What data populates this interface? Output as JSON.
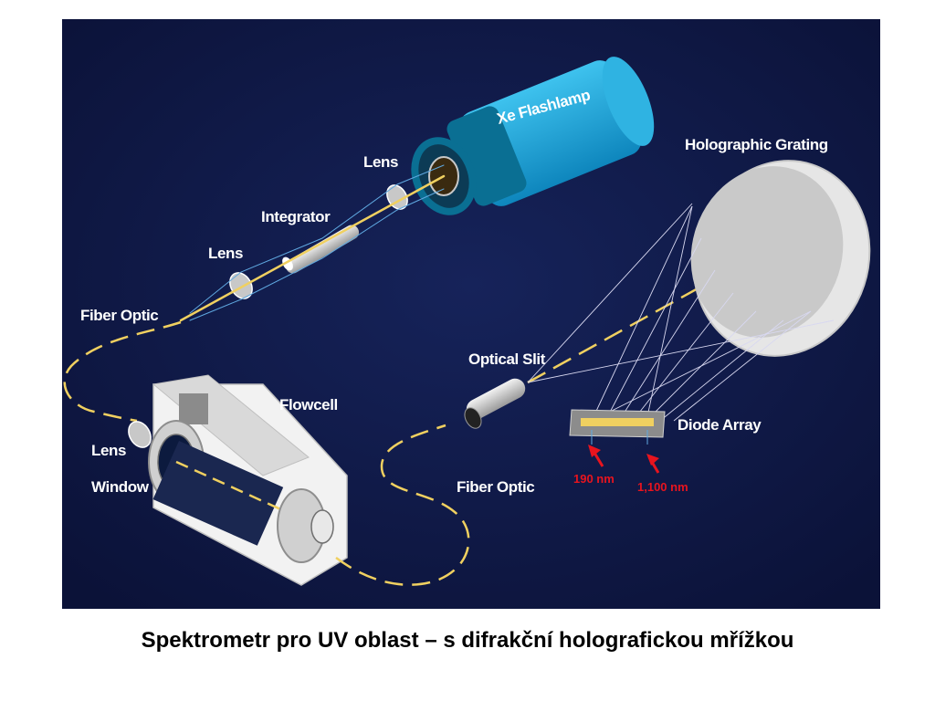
{
  "diagram": {
    "labels": {
      "xe_flashlamp": "Xe Flashlamp",
      "lens_top": "Lens",
      "integrator": "Integrator",
      "lens_mid": "Lens",
      "fiber_optic_left": "Fiber Optic",
      "holographic_grating": "Holographic Grating",
      "optical_slit": "Optical Slit",
      "flowcell": "Flowcell",
      "lens_bottom": "Lens",
      "window": "Window",
      "diode_array": "Diode Array",
      "fiber_optic_bottom": "Fiber Optic",
      "wl_min": "190 nm",
      "wl_max": "1,100 nm"
    },
    "colors": {
      "background": "#0f1a45",
      "lamp": "#1aa3d6",
      "beam": "#f0d060",
      "marker": "#e8141e"
    }
  },
  "caption": "Spektrometr pro UV oblast – s difrakční holografickou mřížkou"
}
